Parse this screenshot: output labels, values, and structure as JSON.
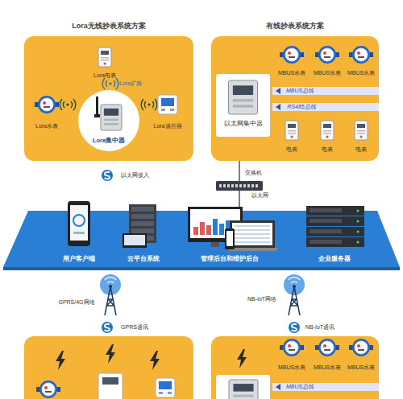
{
  "diagram": {
    "nodes": [
      {
        "text": [
          "Lora无线抄表系统方案"
        ]
      },
      {
        "text": [
          "Lora集中器"
        ],
        "in": 0
      },
      {
        "text": [
          "有线抄表系统方案"
        ]
      },
      {
        "text": [
          "以太网集中器"
        ],
        "in": 2
      },
      {
        "text": [
          "交换机"
        ]
      },
      {
        "text": [
          "用户客户端",
          "云平台系统",
          "管理后台和维护后台",
          "企业服务器"
        ]
      }
    ],
    "edges": [
      {
        "from": 2,
        "to": 4,
        "arrow": "none"
      },
      {
        "from": 4,
        "to": 5,
        "arrow": "none"
      }
    ],
    "labels": [
      "Lora电表",
      "Lora扩频",
      "Lora水表",
      "Lora温控器",
      "以太网接入",
      "MBUS水表",
      "MBUS水表",
      "MBUS水表",
      "MBUS总线",
      "RS485总线",
      "电表",
      "电表",
      "电表",
      "以太网",
      "GPRS/4G网络",
      "NB-IoT网络",
      "GPRS通讯",
      "NB-IoT通讯",
      "MBUS水表",
      "MBUS水表",
      "MBUS水表",
      "MBUS总线"
    ]
  }
}
